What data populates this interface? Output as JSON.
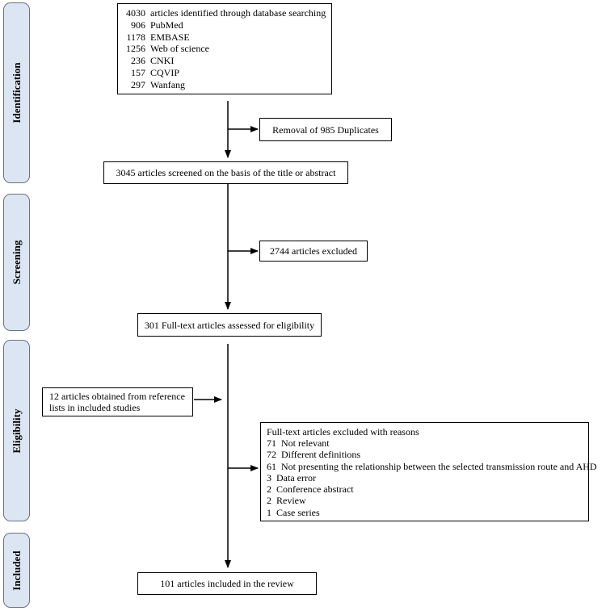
{
  "phases": {
    "identification": "Identification",
    "screening": "Screening",
    "eligibility": "Eligibility",
    "included": "Included"
  },
  "identified": {
    "headline": {
      "count": "4030",
      "label": "articles identified through database searching"
    },
    "sources": [
      {
        "count": "906",
        "label": "PubMed"
      },
      {
        "count": "1178",
        "label": "EMBASE"
      },
      {
        "count": "1256",
        "label": "Web of science"
      },
      {
        "count": "236",
        "label": "CNKI"
      },
      {
        "count": "157",
        "label": "CQVIP"
      },
      {
        "count": "297",
        "label": "Wanfang"
      }
    ]
  },
  "duplicates": "Removal of 985 Duplicates",
  "screened": "3045 articles screened on the basis of the title or abstract",
  "screen_excluded": "2744 articles excluded",
  "fulltext_assessed": "301 Full-text articles assessed for eligibility",
  "reference_lists": "12 articles obtained from reference lists in included studies",
  "fulltext_excluded": {
    "heading": "Full-text articles excluded with reasons",
    "reasons": [
      {
        "count": "71",
        "label": "Not relevant"
      },
      {
        "count": "72",
        "label": "Different definitions"
      },
      {
        "count": "61",
        "label": "Not presenting the relationship between the selected transmission route and AHD"
      },
      {
        "count": "3",
        "label": "Data error"
      },
      {
        "count": "2",
        "label": "Conference abstract"
      },
      {
        "count": "2",
        "label": "Review"
      },
      {
        "count": "1",
        "label": "Case series"
      }
    ]
  },
  "included": "101 articles included in the review"
}
